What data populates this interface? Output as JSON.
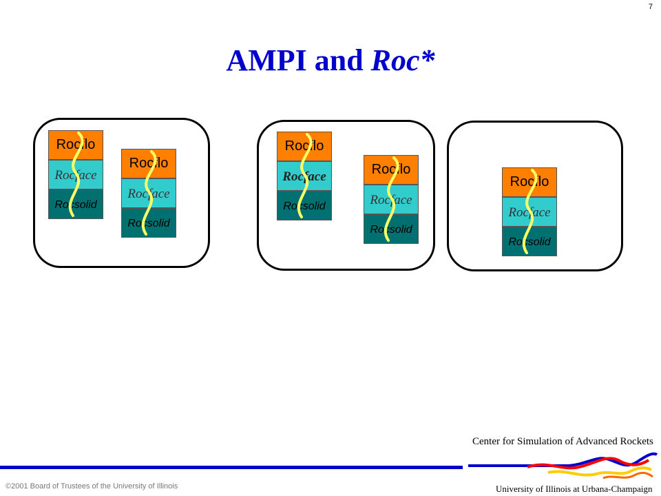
{
  "slide": {
    "number": "7",
    "title_plain": "AMPI and ",
    "title_italic": "Roc*"
  },
  "labels": {
    "rocflo": "Rocflo",
    "rocface": "Rocface",
    "rocsolid": "Rocsolid"
  },
  "footer": {
    "copyright": "©2001 Board of Trustees of the University of Illinois",
    "center": "Center for Simulation of Advanced Rockets",
    "university": "University of Illinois at Urbana-Champaign"
  },
  "colors": {
    "title": "#0000cc",
    "rocflo": "#ff8000",
    "rocface": "#33cccc",
    "rocsolid": "#007070",
    "thread": "#ffff66"
  }
}
